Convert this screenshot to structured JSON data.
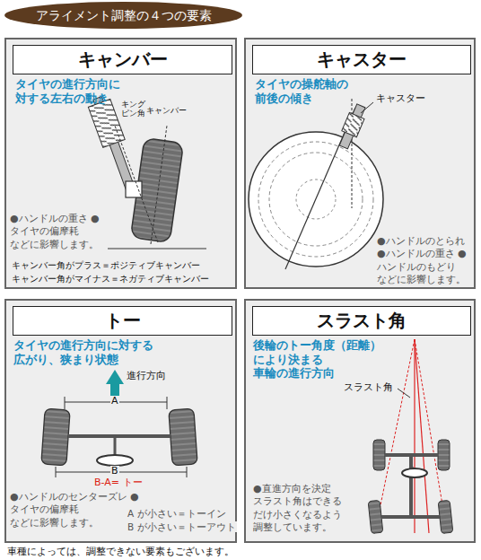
{
  "diagram": {
    "title": "アライメント調整の４つの要素",
    "caption": "車種によっては、調整できない要素もございます。",
    "nodes": [
      {
        "text": [
          "キャンバー",
          "タイヤの進行方向に 対する左右の動き",
          "●ハンドルの重さ ●タイヤの偏摩耗 などに影響します。",
          "キャンバー角がプラス＝ポジティブキャンバー",
          "キャンバー角がマイナス＝ネガティブキャンバー"
        ]
      },
      {
        "text": [
          "キャスター",
          "タイヤの操舵軸の 前後の傾き",
          "●ハンドルのとられ ●ハンドルの重さ ●ハンドルのもどり などに影響します。"
        ]
      },
      {
        "text": [
          "トー",
          "タイヤの進行方向に対する 広がり、狭まり状態",
          "●ハンドルのセンターズレ ●タイヤの偏摩耗 などに影響します。"
        ]
      },
      {
        "text": [
          "スラスト角",
          "後輪のトー角度（距離） により決まる 車輪の進行方向",
          "●直進方向を決定 スラスト角はできるだけ小さくなるよう調整しています。"
        ]
      }
    ],
    "labels": [
      "キング ピン角",
      "キャンバー",
      "キャスター",
      "進行方向",
      "A",
      "B",
      "B-A= トー",
      "A が小さい＝トーイン",
      "B が小さい＝トーアウト",
      "スラスト角"
    ]
  }
}
